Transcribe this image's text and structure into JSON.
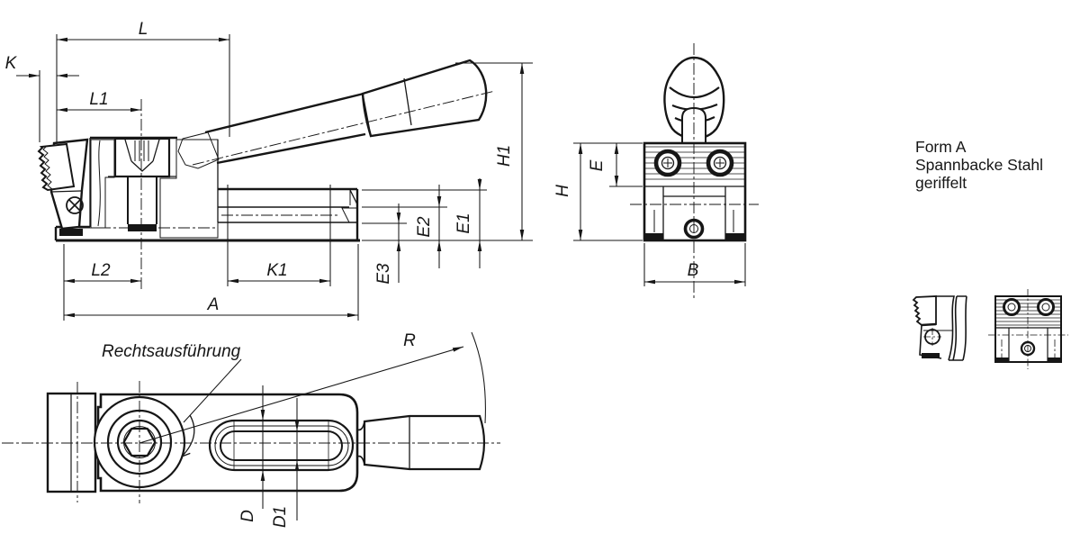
{
  "note": {
    "line1": "Form A",
    "line2": "Spannbacke Stahl",
    "line3": "geriffelt"
  },
  "top_view": {
    "label": "Rechtsausführung"
  },
  "dims": {
    "L": "L",
    "K": "K",
    "L1": "L1",
    "L2": "L2",
    "K1": "K1",
    "A": "A",
    "E1": "E1",
    "E2": "E2",
    "E3": "E3",
    "H1": "H1",
    "H": "H",
    "E": "E",
    "B": "B",
    "R": "R",
    "D": "D",
    "D1": "D1"
  },
  "colors": {
    "ink": "#161616",
    "paper": "#ffffff"
  }
}
